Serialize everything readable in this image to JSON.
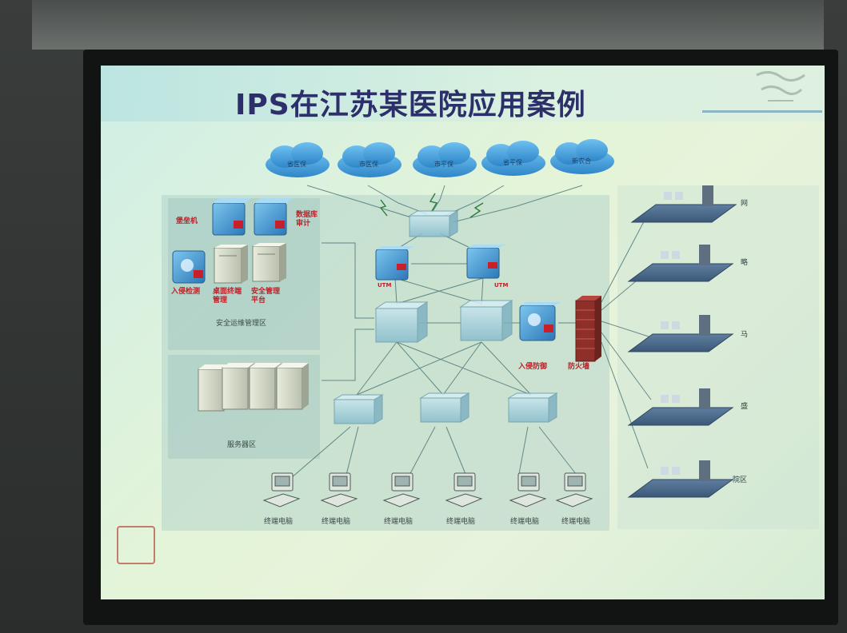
{
  "slide": {
    "title": "IPS在江苏某医院应用案例"
  },
  "clouds": [
    {
      "label": "省医保"
    },
    {
      "label": "市医保"
    },
    {
      "label": "市平保"
    },
    {
      "label": "省平保"
    },
    {
      "label": "新农合"
    }
  ],
  "security_zone": {
    "label": "安全运维管理区",
    "devices": [
      {
        "label": "堡垒机"
      },
      {
        "label": "数据库审计"
      },
      {
        "label": "入侵检测"
      },
      {
        "label": "桌面终端管理"
      },
      {
        "label": "安全管理平台"
      }
    ]
  },
  "server_zone": {
    "label": "服务器区"
  },
  "core": {
    "utm_left": "UTM",
    "utm_right": "UTM",
    "ips_label": "入侵防御",
    "firewall_label": "防火墙"
  },
  "terminals": [
    {
      "label": "终端电脑"
    },
    {
      "label": "终端电脑"
    },
    {
      "label": "终端电脑"
    },
    {
      "label": "终端电脑"
    },
    {
      "label": "终端电脑"
    },
    {
      "label": "终端电脑"
    }
  ],
  "branches": [
    {
      "label": "网"
    },
    {
      "label": "略"
    },
    {
      "label": "马"
    },
    {
      "label": "盛"
    },
    {
      "label": "院区"
    }
  ],
  "colors": {
    "title": "#2c2f6a",
    "label_red": "#c0202a",
    "cloud_fill": "#3f9ad8",
    "firewall": "#8e2f2a",
    "switch": "#9ac6d6"
  }
}
